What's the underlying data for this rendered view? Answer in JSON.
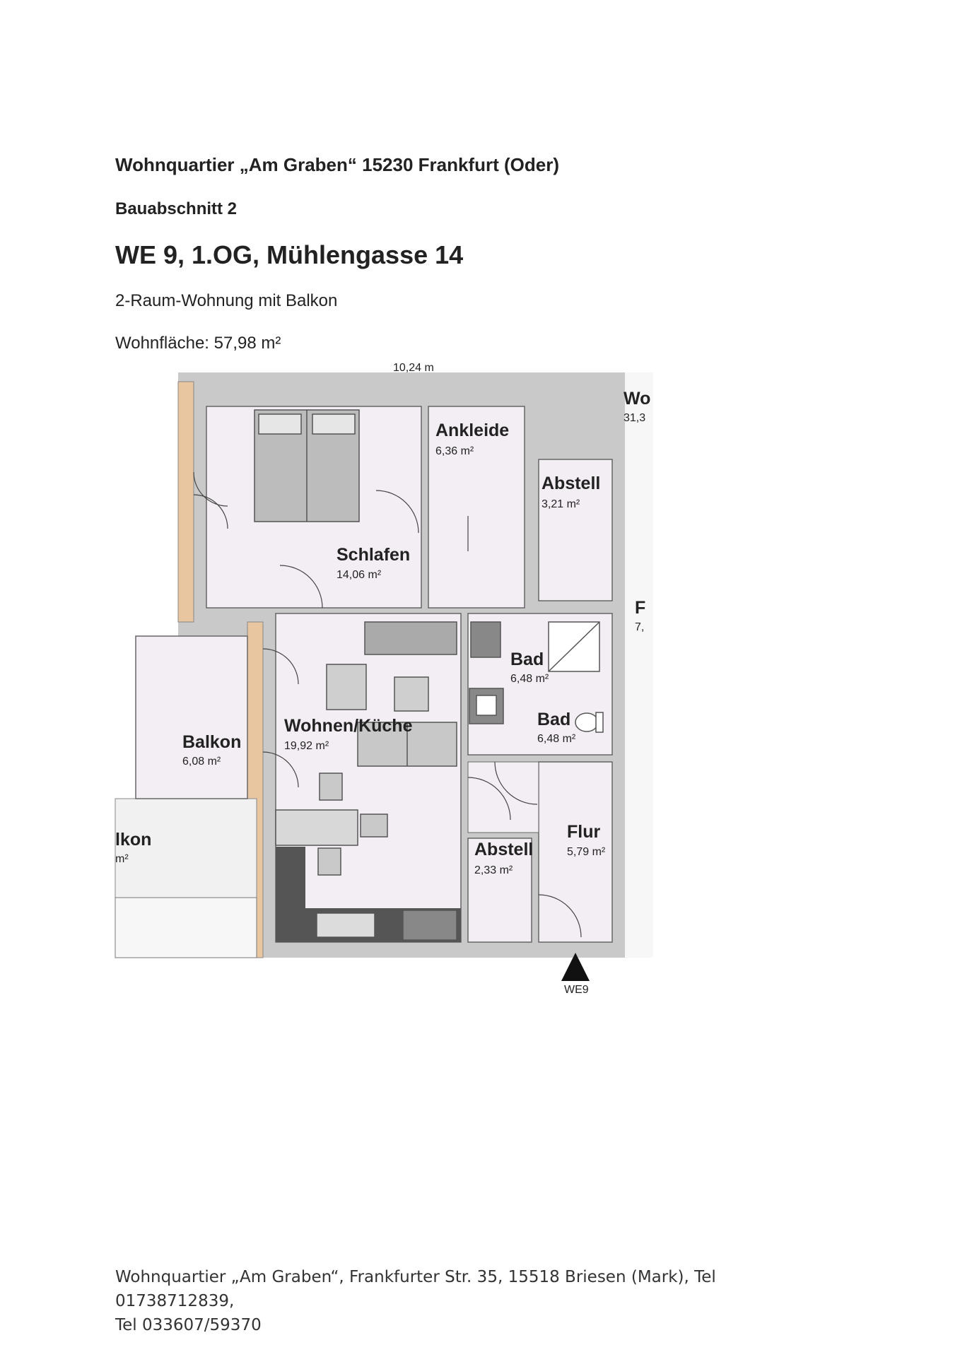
{
  "header": {
    "project": "Wohnquartier „Am Graben“ 15230 Frankfurt (Oder)",
    "section": "Bauabschnitt 2",
    "unit": "WE 9, 1.OG, Mühlengasse 14",
    "type": "2-Raum-Wohnung mit Balkon",
    "area": "Wohnfläche: 57,98 m²"
  },
  "rooms": {
    "ankleide": {
      "name": "Ankleide",
      "area": "6,36 m²"
    },
    "abstell1": {
      "name": "Abstell",
      "area": "3,21 m²"
    },
    "schlafen": {
      "name": "Schlafen",
      "area": "14,06 m²"
    },
    "bad1": {
      "name": "Bad",
      "area": "6,48 m²"
    },
    "bad2": {
      "name": "Bad",
      "area": "6,48 m²"
    },
    "wohnen": {
      "name": "Wohnen/Küche",
      "area": "19,92 m²"
    },
    "balkon": {
      "name": "Balkon",
      "area": "6,08 m²"
    },
    "abstell2": {
      "name": "Abstell",
      "area": "2,33 m²"
    },
    "flur": {
      "name": "Flur",
      "area": "5,79 m²"
    }
  },
  "neighbor_labels": {
    "top_dim": "10,24 m",
    "wo": "Wo",
    "wo_area": "31,3",
    "f": "F",
    "f_area": "7,",
    "lkon": "lkon",
    "lkon_area": "m²"
  },
  "entrance": "WE9",
  "colors": {
    "wall": "#bdbdbd",
    "room": "#f3eef3",
    "balcony_wall": "#e8c6a0",
    "kitchen": "#555555"
  },
  "footer": {
    "line1": "Wohnquartier „Am Graben“, Frankfurter Str. 35, 15518 Briesen (Mark), Tel 01738712839,",
    "line2": "Tel 033607/59370"
  }
}
